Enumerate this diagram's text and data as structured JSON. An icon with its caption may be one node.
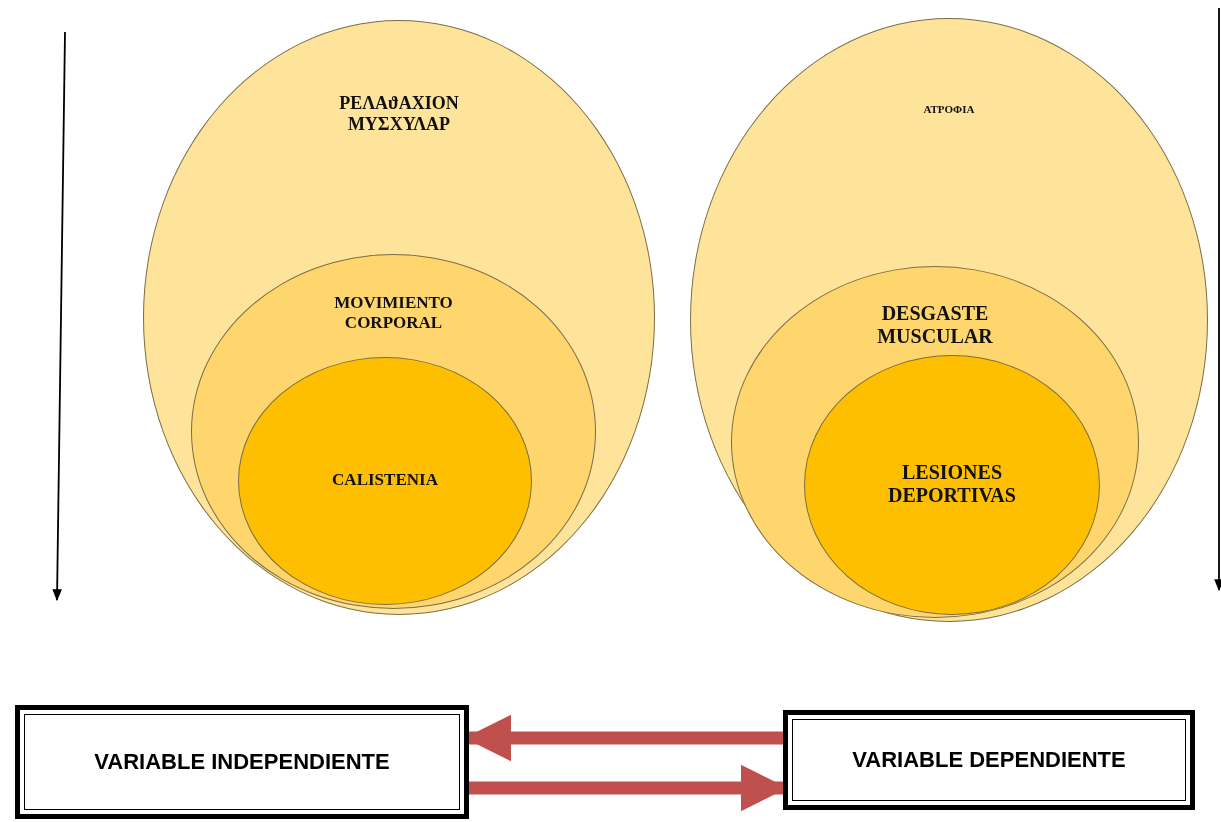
{
  "diagram": {
    "nodes": [
      {
        "text": [
          "ΡΕΛΑϑΑΧΙΟΝ ΜΥΣΧΥΛΑΡ"
        ]
      },
      {
        "text": [
          "MOVIMIENTO CORPORAL"
        ],
        "in": 0
      },
      {
        "text": [
          "CALISTENIA"
        ],
        "in": 1
      },
      {
        "text": [
          "ΑΤΡΟΦΙΑ"
        ]
      },
      {
        "text": [
          "DESGASTE MUSCULAR"
        ],
        "in": 3
      },
      {
        "text": [
          "LESIONES DEPORTIVAS"
        ],
        "in": 4
      },
      {
        "text": [
          "VARIABLE INDEPENDIENTE"
        ]
      },
      {
        "text": [
          "VARIABLE DEPENDIENTE"
        ]
      }
    ],
    "edges": [
      {
        "from": 7,
        "to": 6,
        "arrow": "to"
      },
      {
        "from": 6,
        "to": 7,
        "arrow": "to"
      }
    ]
  }
}
